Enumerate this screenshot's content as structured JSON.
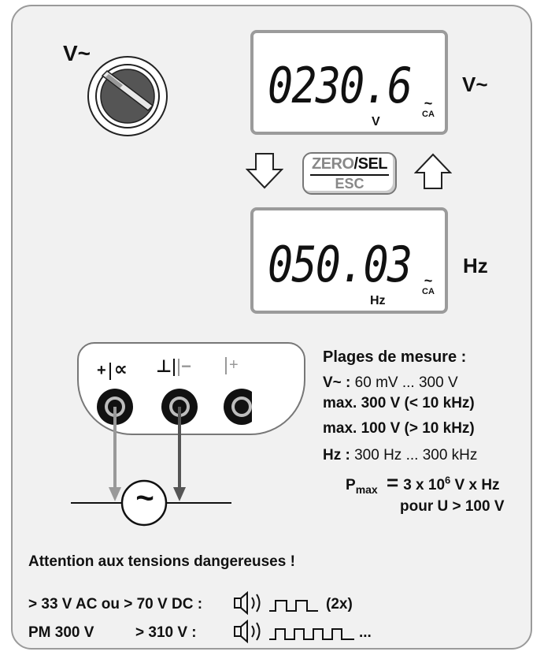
{
  "knob": {
    "label": "V~"
  },
  "display1": {
    "value": "0230.6",
    "unit": "V",
    "ac_symbol": "~",
    "ac_label": "CA",
    "side_label": "V~"
  },
  "display2": {
    "value": "050.03",
    "unit": "Hz",
    "ac_symbol": "~",
    "ac_label": "CA",
    "side_label": "Hz"
  },
  "button": {
    "zero": "ZERO",
    "slash": "/",
    "sel": "SEL",
    "esc": "ESC"
  },
  "terminals": {
    "t1": "+",
    "t1_sym": "∝",
    "t2": "⊥",
    "t2_sym": "−",
    "t3": "+"
  },
  "ranges": {
    "title": "Plages de mesure :",
    "v_label": "V~ :",
    "v_value": " 60 mV ... 300 V",
    "max1": "max. 300 V (< 10 kHz)",
    "max2": "max. 100 V   (> 10 kHz)",
    "hz_label": "Hz :",
    "hz_value": " 300 Hz ... 300 kHz",
    "pmax_p": "P",
    "pmax_sub": "max",
    "pmax_eq": "=",
    "pmax_val": "3 x 10",
    "pmax_exp": "6",
    "pmax_unit": " V x Hz",
    "pmax_cond": "pour U > 100 V"
  },
  "source_symbol": "~",
  "warning": {
    "title": "Attention aux tensions dangereuses !",
    "row1_left": "> 33 V AC  ou > 70 V DC :",
    "row1_right": "(2x)",
    "row2_left": "PM 300 V",
    "row2_mid": "> 310 V :",
    "row2_right": "..."
  }
}
